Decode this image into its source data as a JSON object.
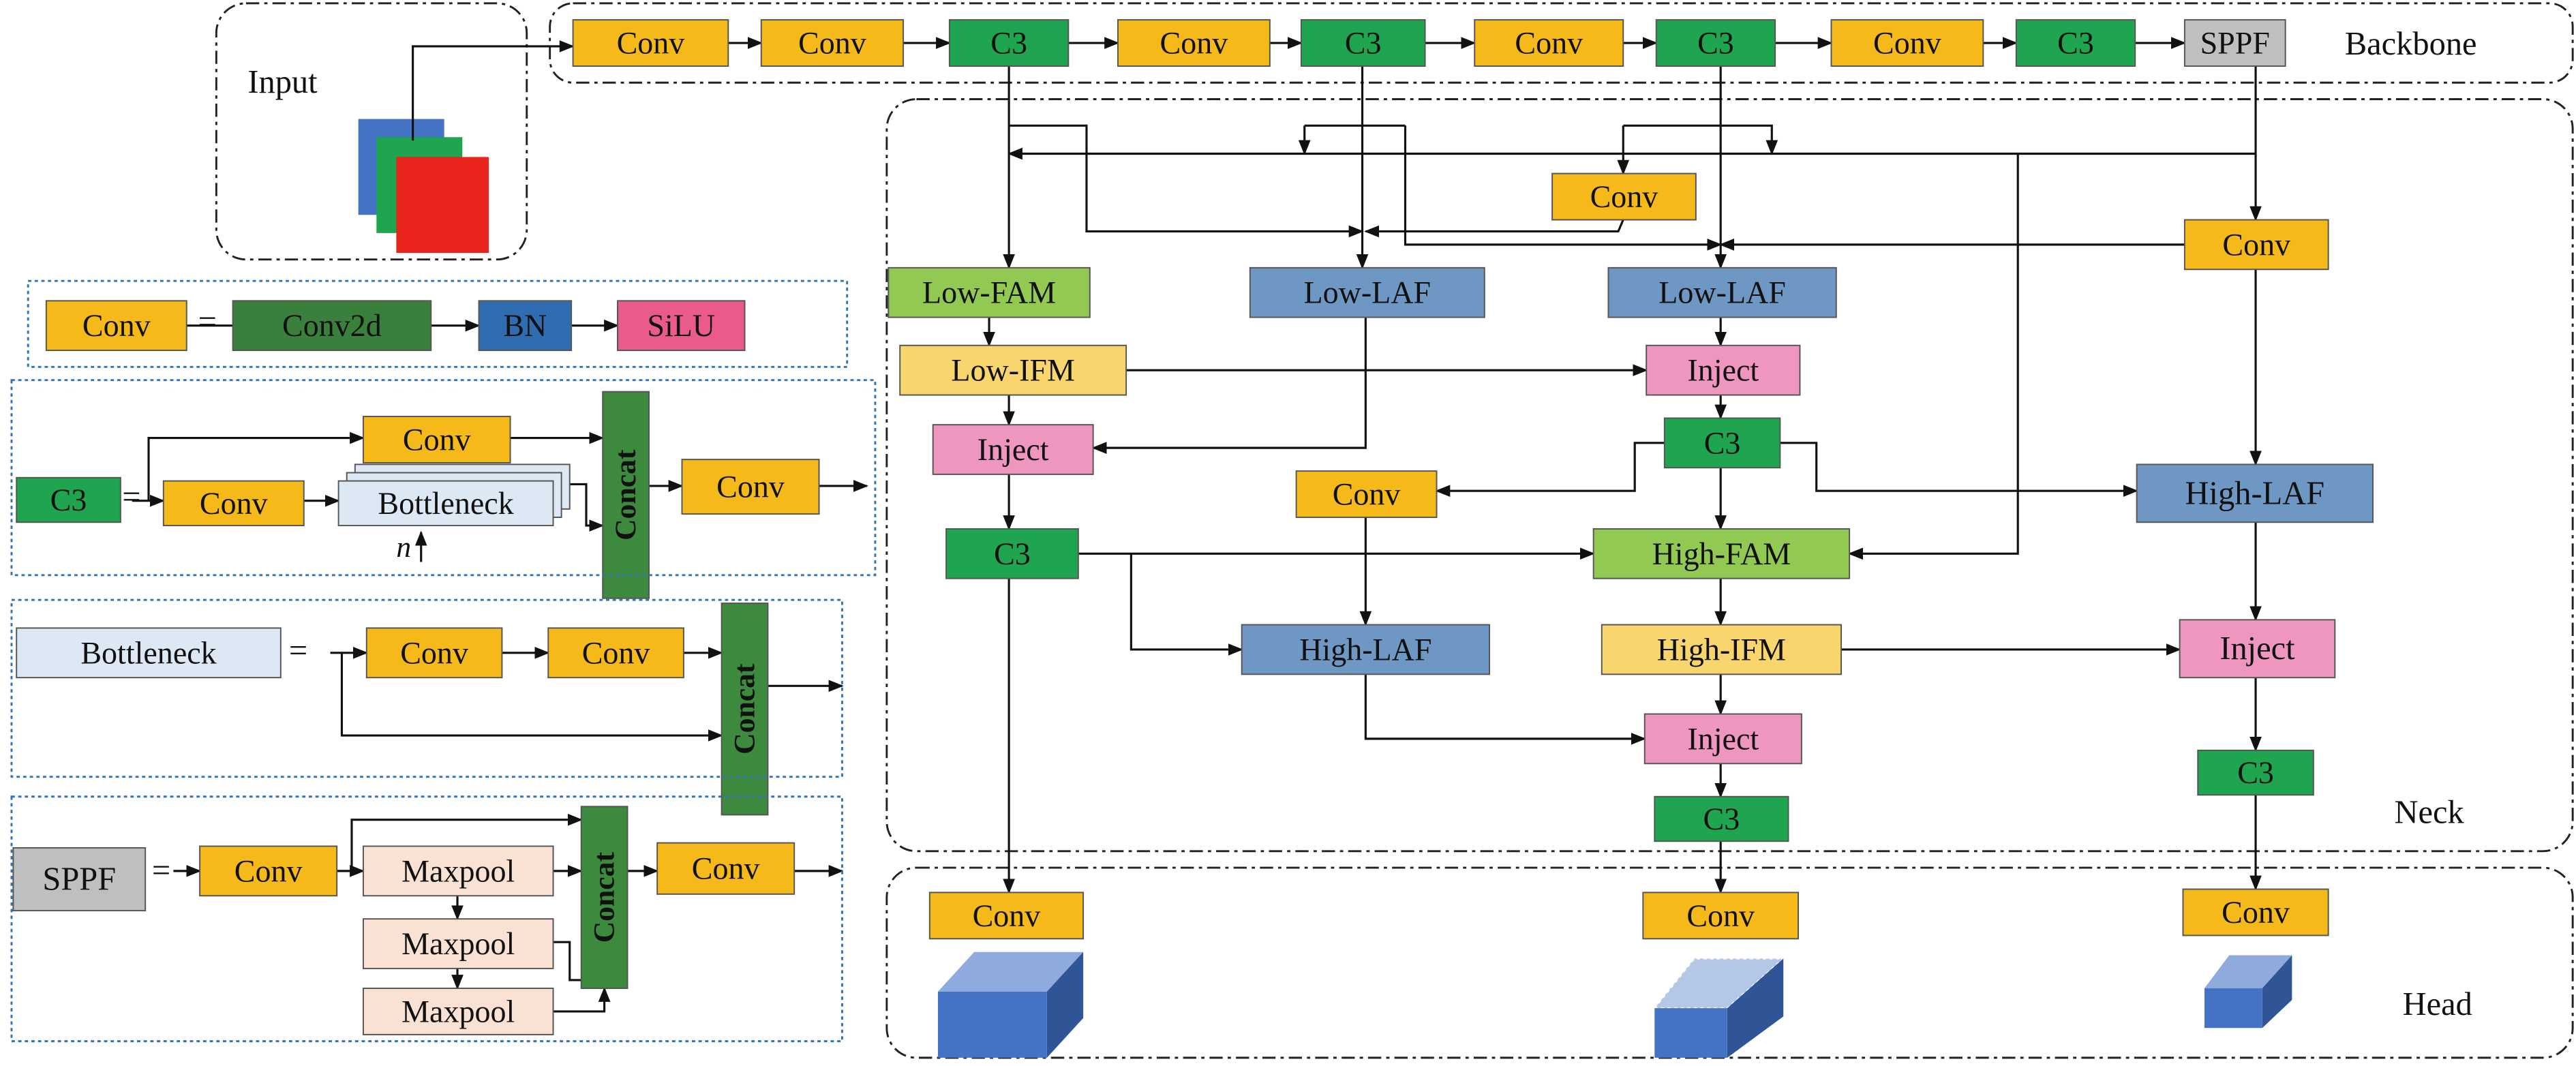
{
  "colors": {
    "conv": "#f5b919",
    "c3": "#1fa54f",
    "sppf": "#bfbfbf",
    "fam": "#92c952",
    "laf": "#6f97c4",
    "ifm": "#f9d56e",
    "inject": "#ef96c0",
    "conv2d": "#3a7f3c",
    "bn": "#2f6db0",
    "silu": "#ea5b8c",
    "bottleneck": "#dce8f4",
    "maxpool": "#f9e1d3",
    "concat": "#3d8a3f",
    "input_blue": "#4472c4",
    "input_green": "#1fa54f",
    "input_red": "#e8241c"
  },
  "sections": {
    "input": "Input",
    "backbone": "Backbone",
    "neck": "Neck",
    "head": "Head"
  },
  "backbone": [
    "Conv",
    "Conv",
    "C3",
    "Conv",
    "C3",
    "Conv",
    "C3",
    "Conv",
    "C3",
    "SPPF"
  ],
  "neck": {
    "conv_mid": "Conv",
    "conv_right": "Conv",
    "low_fam": "Low-FAM",
    "low_laf_1": "Low-LAF",
    "low_laf_2": "Low-LAF",
    "low_ifm": "Low-IFM",
    "inject_1": "Inject",
    "inject_2": "Inject",
    "c3_1": "C3",
    "c3_2": "C3",
    "conv_low": "Conv",
    "high_laf_1": "High-LAF",
    "high_fam": "High-FAM",
    "high_laf_2": "High-LAF",
    "high_ifm": "High-IFM",
    "inject_3": "Inject",
    "inject_4": "Inject",
    "c3_3": "C3",
    "c3_4": "C3"
  },
  "head": [
    "Conv",
    "Conv",
    "Conv"
  ],
  "legend": {
    "conv_def": {
      "name": "Conv",
      "eq": "=",
      "parts": [
        "Conv2d",
        "BN",
        "SiLU"
      ]
    },
    "c3_def": {
      "name": "C3",
      "eq": "=",
      "conv_a": "Conv",
      "conv_b": "Conv",
      "bottleneck": "Bottleneck",
      "n": "n",
      "concat": "Concat",
      "conv_out": "Conv"
    },
    "bottleneck_def": {
      "name": "Bottleneck",
      "eq": "=",
      "conv_a": "Conv",
      "conv_b": "Conv",
      "concat": "Concat"
    },
    "sppf_def": {
      "name": "SPPF",
      "eq": "=",
      "conv_in": "Conv",
      "maxpool": [
        "Maxpool",
        "Maxpool",
        "Maxpool"
      ],
      "concat": "Concat",
      "conv_out": "Conv"
    }
  }
}
